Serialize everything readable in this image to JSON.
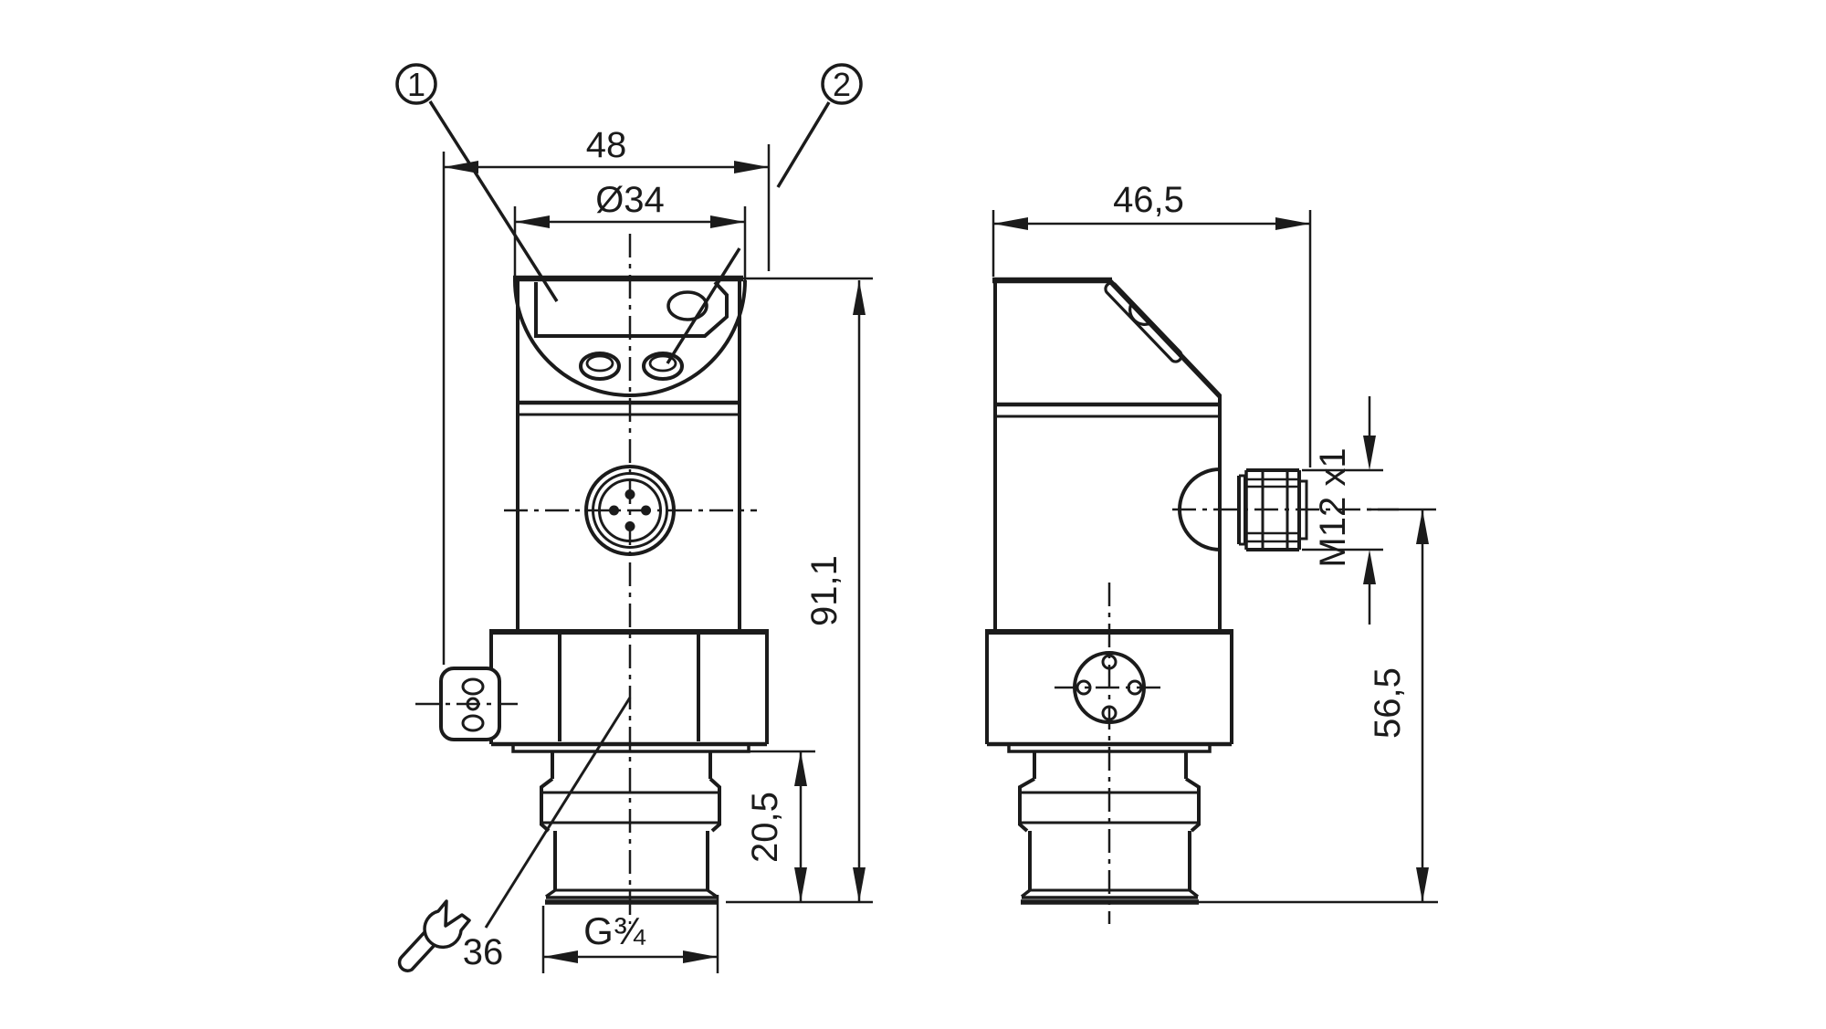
{
  "page": {
    "background": "#ffffff",
    "line_color": "#1b1b1b"
  },
  "callouts": {
    "c1": "1",
    "c2": "2"
  },
  "front_view": {
    "width": "48",
    "display_diameter": "Ø34",
    "overall_height": "91,1",
    "thread_length": "20,5",
    "process_connection": "G¾",
    "wrench_size": "36",
    "wrench_icon": "open-end-wrench"
  },
  "side_view": {
    "depth": "46,5",
    "connector_thread": "M12 x1",
    "height_to_connector_axis": "56,5"
  }
}
